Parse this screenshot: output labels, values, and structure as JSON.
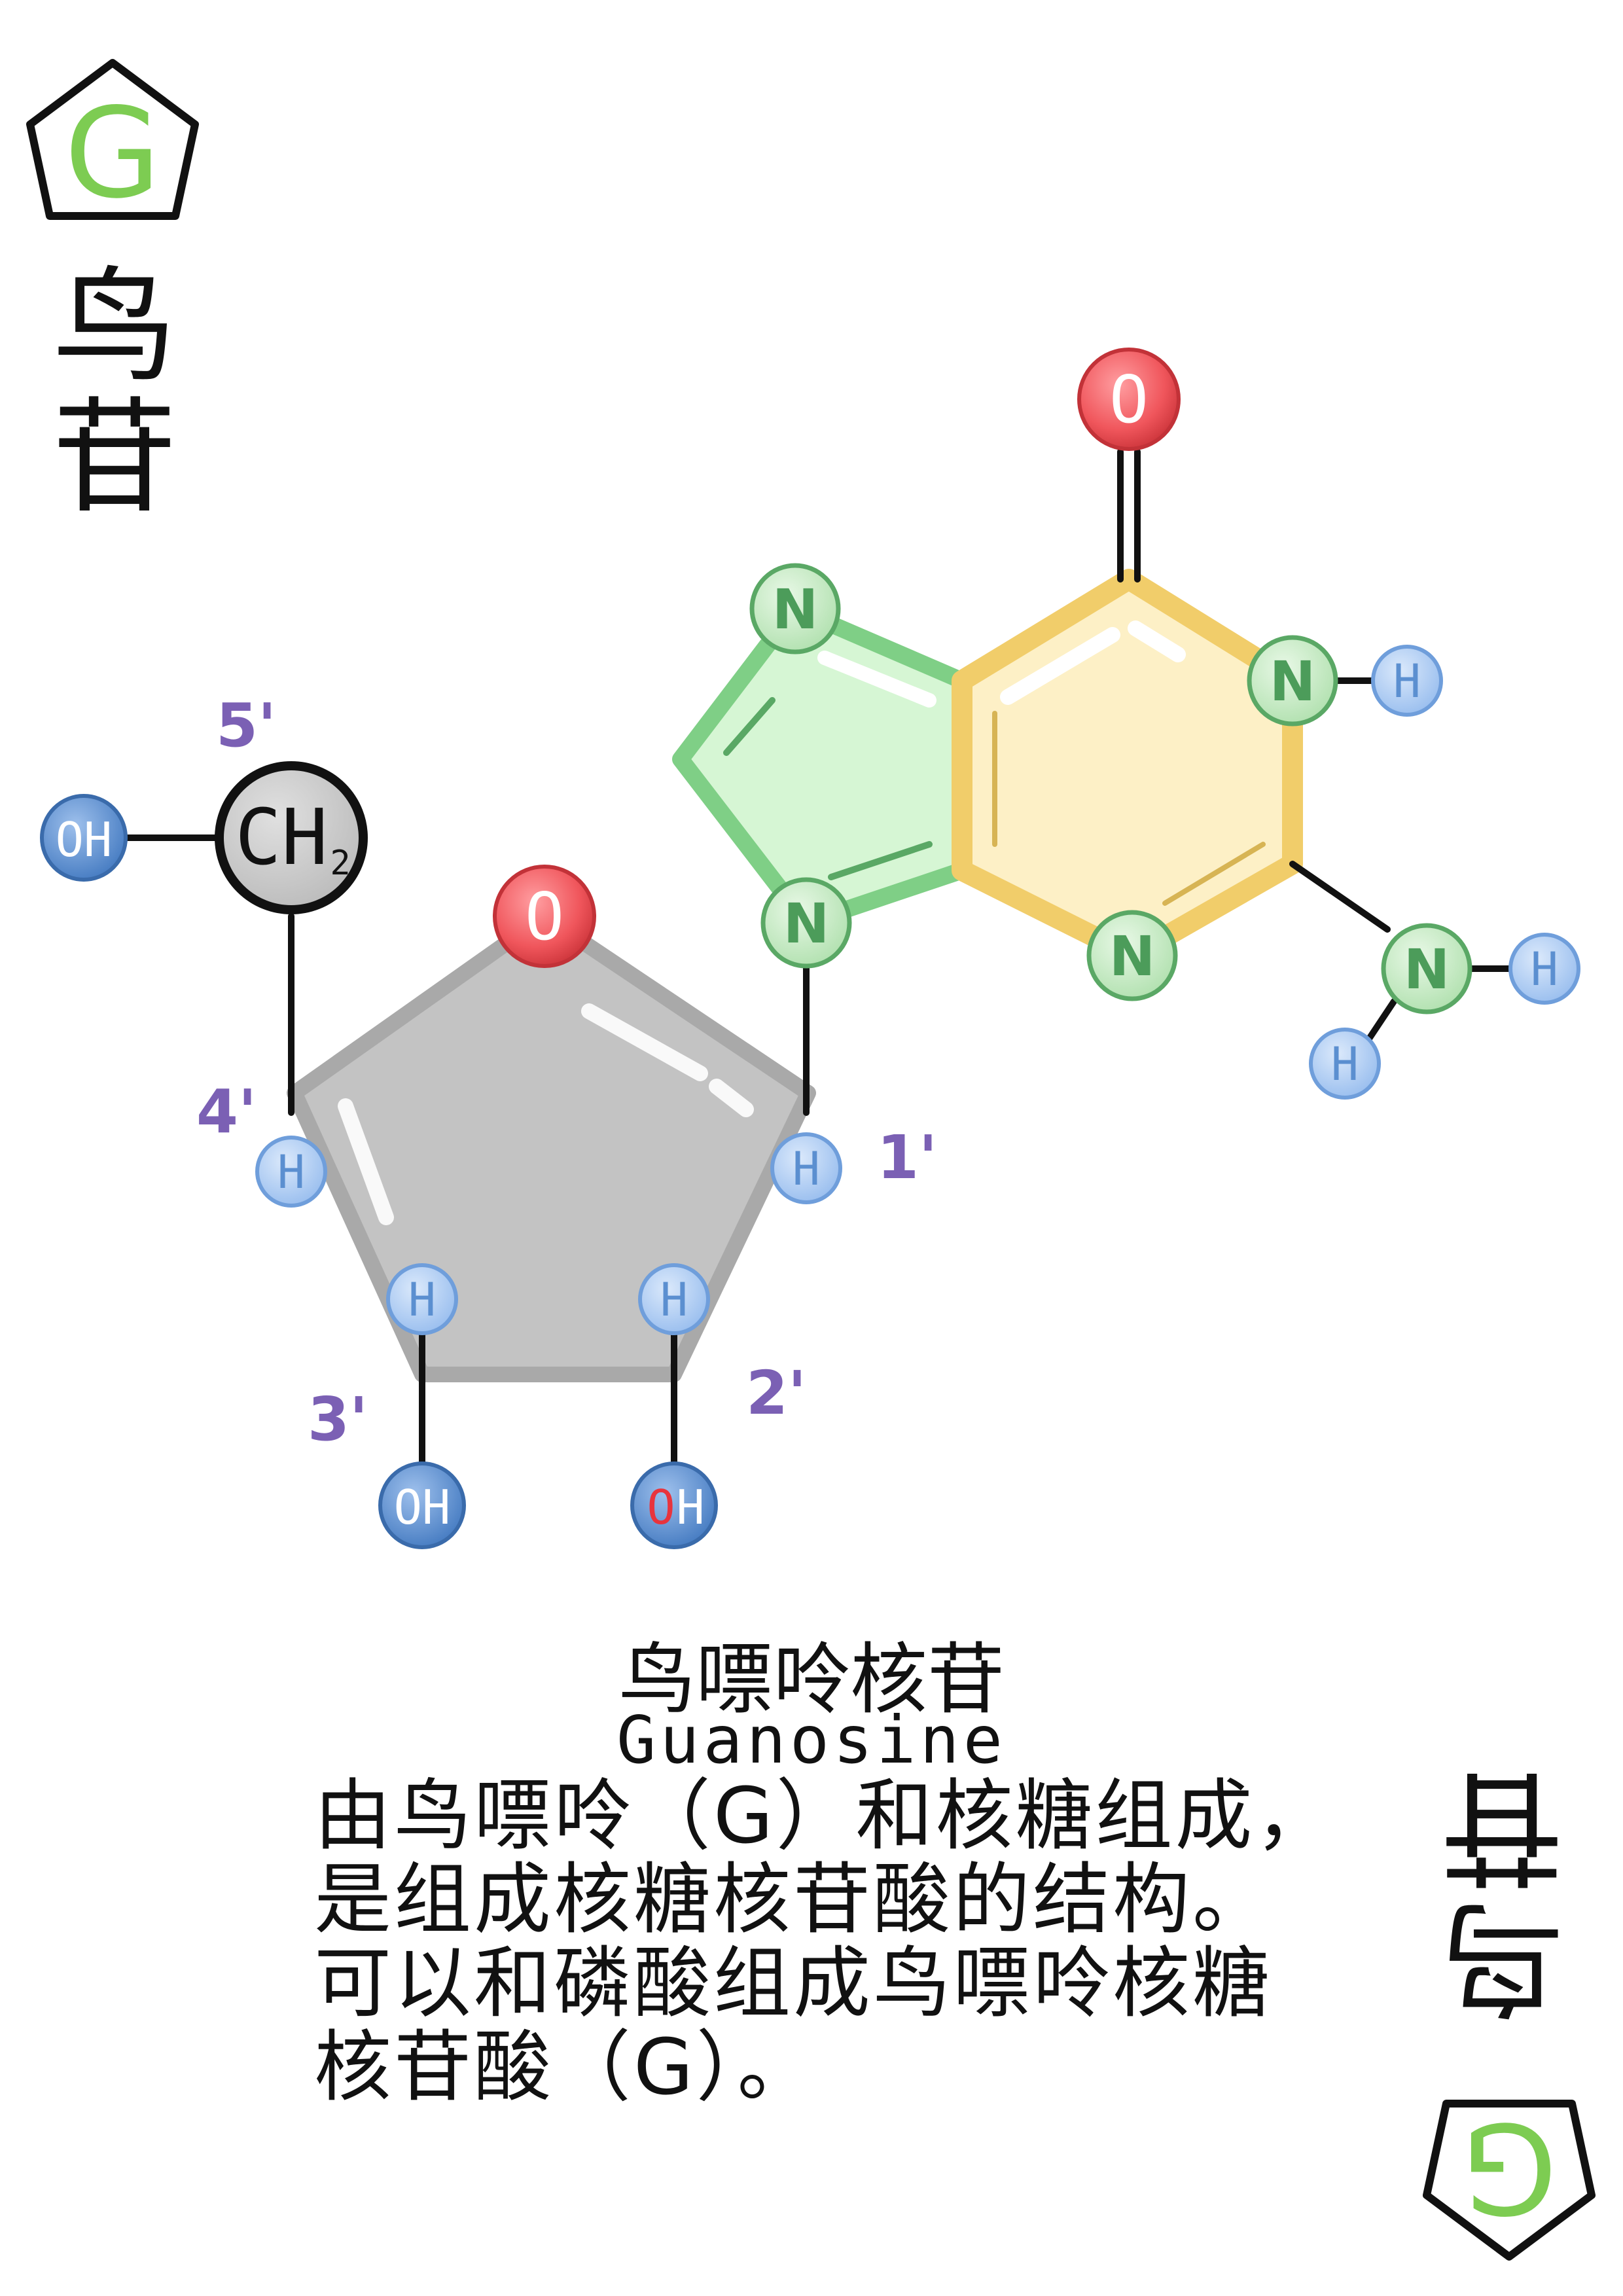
{
  "card": {
    "letter": "G",
    "short_name": "鸟苷",
    "name_zh": "鸟嘌呤核苷",
    "name_en": "Guanosine",
    "description": "由鸟嘌呤（G）和核糖组成，是组成核糖核苷酸的结构。可以和磷酸组成鸟嘌呤核糖核苷酸（G）。"
  },
  "colors": {
    "letter_green": "#7dcc52",
    "oxygen_red": "#f0565c",
    "nitrogen_green": "#bfe8bd",
    "nitrogen_stroke": "#5aa865",
    "hydrogen_blue": "#a9caf2",
    "hydroxyl_blue": "#4f86c9",
    "ribose_gray": "#c2c2c2",
    "imidazole_green": "#d4f6d2",
    "pyrimidine_yellow": "#fcefc4",
    "pyrimidine_border": "#f1cd6a",
    "carbon_label_purple": "#7b60b4"
  },
  "molecule": {
    "carbon_labels": [
      "5'",
      "4'",
      "1'",
      "3'",
      "2'"
    ],
    "atoms": {
      "o_carbonyl": "O",
      "o_ring": "O",
      "ch2": "CH",
      "ch2_sub": "2",
      "n": "N",
      "h": "H",
      "oh": "OH",
      "oh_red": "O",
      "oh_red_h": "H"
    }
  }
}
